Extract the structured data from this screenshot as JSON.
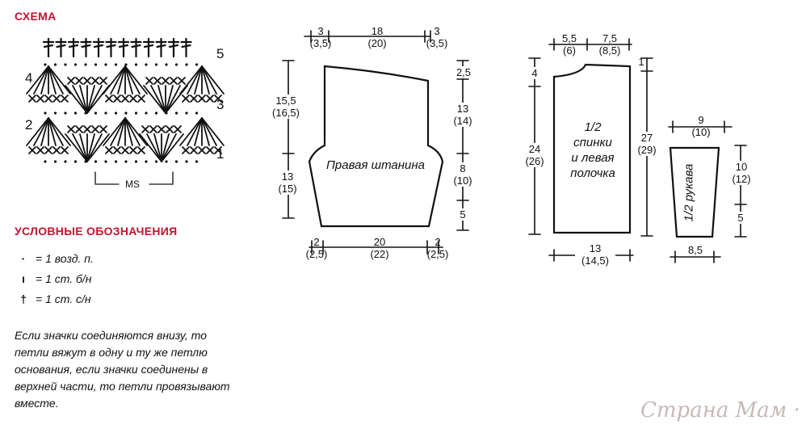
{
  "scheme": {
    "title": "СХЕМА",
    "row_numbers": [
      "1",
      "2",
      "3",
      "4",
      "5"
    ],
    "repeat_label": "MS"
  },
  "legend": {
    "title": "УСЛОВНЫЕ ОБОЗНАЧЕНИЯ",
    "items": [
      {
        "symbol": "·",
        "text": "= 1 возд. п."
      },
      {
        "symbol": "ı",
        "text": "= 1 ст. б/н"
      },
      {
        "symbol": "†",
        "text": "= 1 ст. с/н"
      }
    ],
    "note": "Если значки соединяются внизу, то петли вяжут в одну и ту же петлю основания, если значки соединены в верхней части, то петли провязывают вместе."
  },
  "pants": {
    "label": "Правая штанина",
    "dims": {
      "top_left": "3\n(3,5)",
      "top_mid": "18\n(20)",
      "top_right": "3\n(3,5)",
      "left_upper": "15,5\n(16,5)",
      "left_lower": "13\n(15)",
      "right_a": "2,5",
      "right_b": "13\n(14)",
      "right_c": "8\n(10)",
      "right_d": "5",
      "bottom_left": "2\n(2,5)",
      "bottom_mid": "20\n(22)",
      "bottom_right": "2\n(2,5)"
    }
  },
  "body": {
    "label": "1/2\nспинки\nи левая\nполочка",
    "dims": {
      "top_left": "5,5\n(6)",
      "top_right": "7,5\n(8,5)",
      "left_a": "4",
      "left_b": "24\n(26)",
      "right_a": "1",
      "right_b": "27\n(29)",
      "bottom": "13\n(14,5)"
    }
  },
  "sleeve": {
    "label": "1/2 рукава",
    "dims": {
      "top": "9\n(10)",
      "right_a": "10\n(12)",
      "right_b": "5",
      "bottom": "8,5"
    }
  },
  "watermark": "Страна Мам · ру"
}
